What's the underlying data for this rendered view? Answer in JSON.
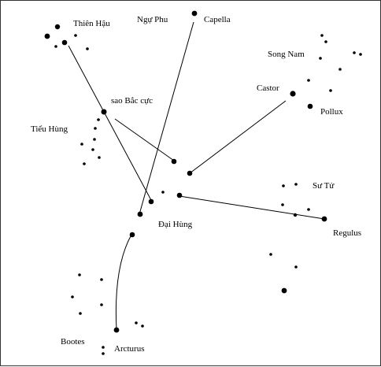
{
  "labels": {
    "thien_hau": "Thiên Hậu",
    "ngu_phu": "Ngự Phu",
    "capella": "Capella",
    "song_nam": "Song Nam",
    "castor": "Castor",
    "pollux": "Pollux",
    "sao_bac_cuc": "sao Bắc cực",
    "tieu_hung": "Tiểu Hùng",
    "su_tu": "Sư Tử",
    "dai_hung": "Đại Hùng",
    "regulus": "Regulus",
    "bootes": "Bootes",
    "arcturus": "Arcturus"
  },
  "colors": {
    "ink": "#000000",
    "background": "#ffffff",
    "frame": "#333333"
  }
}
